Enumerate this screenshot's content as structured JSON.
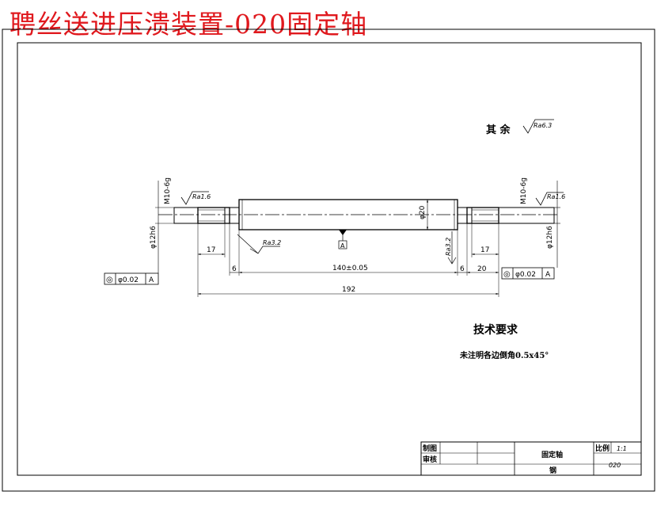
{
  "banner": "聘丝送进压溃装置-020固定轴",
  "drawing": {
    "remaining_roughness": {
      "label": "其 余",
      "value": "Ra6.3"
    },
    "roughness": {
      "left_thread": "Ra1.6",
      "right_thread": "Ra1.6",
      "left_shoulder": "Ra3.2",
      "right_shoulder": "Ra3.2"
    },
    "thread_left": "M10-6g",
    "thread_right": "M10-6g",
    "dia_left": "φ12h6",
    "dia_right": "φ12h6",
    "dia_main": "φ20",
    "datum": "A",
    "dims": {
      "left_thread_len": "17",
      "right_thread_len": "17",
      "left_step": "6",
      "right_step": "6",
      "main_len": "140±0.05",
      "right_end": "20",
      "total": "192"
    },
    "tolerance_left": {
      "symbol": "◎",
      "value": "φ0.02",
      "datum": "A"
    },
    "tolerance_right": {
      "symbol": "◎",
      "value": "φ0.02",
      "datum": "A"
    }
  },
  "tech": {
    "title": "技术要求",
    "note": "未注明各边倒角0.5x45°"
  },
  "title_block": {
    "drawn_label": "制图",
    "checked_label": "审核",
    "part_name": "固定轴",
    "material": "钢",
    "scale_label": "比例",
    "scale_value": "1:1",
    "drawing_no": "020"
  }
}
